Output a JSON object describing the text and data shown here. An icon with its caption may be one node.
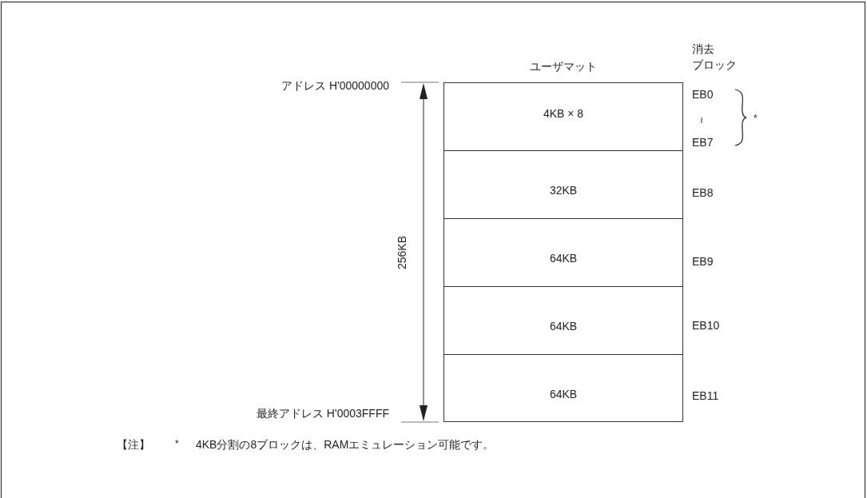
{
  "diagram": {
    "nodes": [
      {
        "text": [
          "ユーザマット"
        ]
      },
      {
        "text": [
          "4KB × 8"
        ],
        "in": 0,
        "beside": [
          "EB0",
          "≀",
          "EB7"
        ]
      },
      {
        "text": [
          "32KB"
        ],
        "in": 0,
        "beside": [
          "EB8"
        ]
      },
      {
        "text": [
          "64KB"
        ],
        "in": 0,
        "beside": [
          "EB9"
        ]
      },
      {
        "text": [
          "64KB"
        ],
        "in": 0,
        "beside": [
          "EB10"
        ]
      },
      {
        "text": [
          "64KB"
        ],
        "in": 0,
        "beside": [
          "EB11"
        ]
      }
    ],
    "labels": [
      "消去",
      "ブロック",
      "アドレス H'00000000",
      "*",
      "256KB",
      "最終アドレス H'0003FFFF",
      "【注】",
      "*",
      "4KB分割の8ブロックは、RAMエミュレーション可能です。"
    ]
  }
}
